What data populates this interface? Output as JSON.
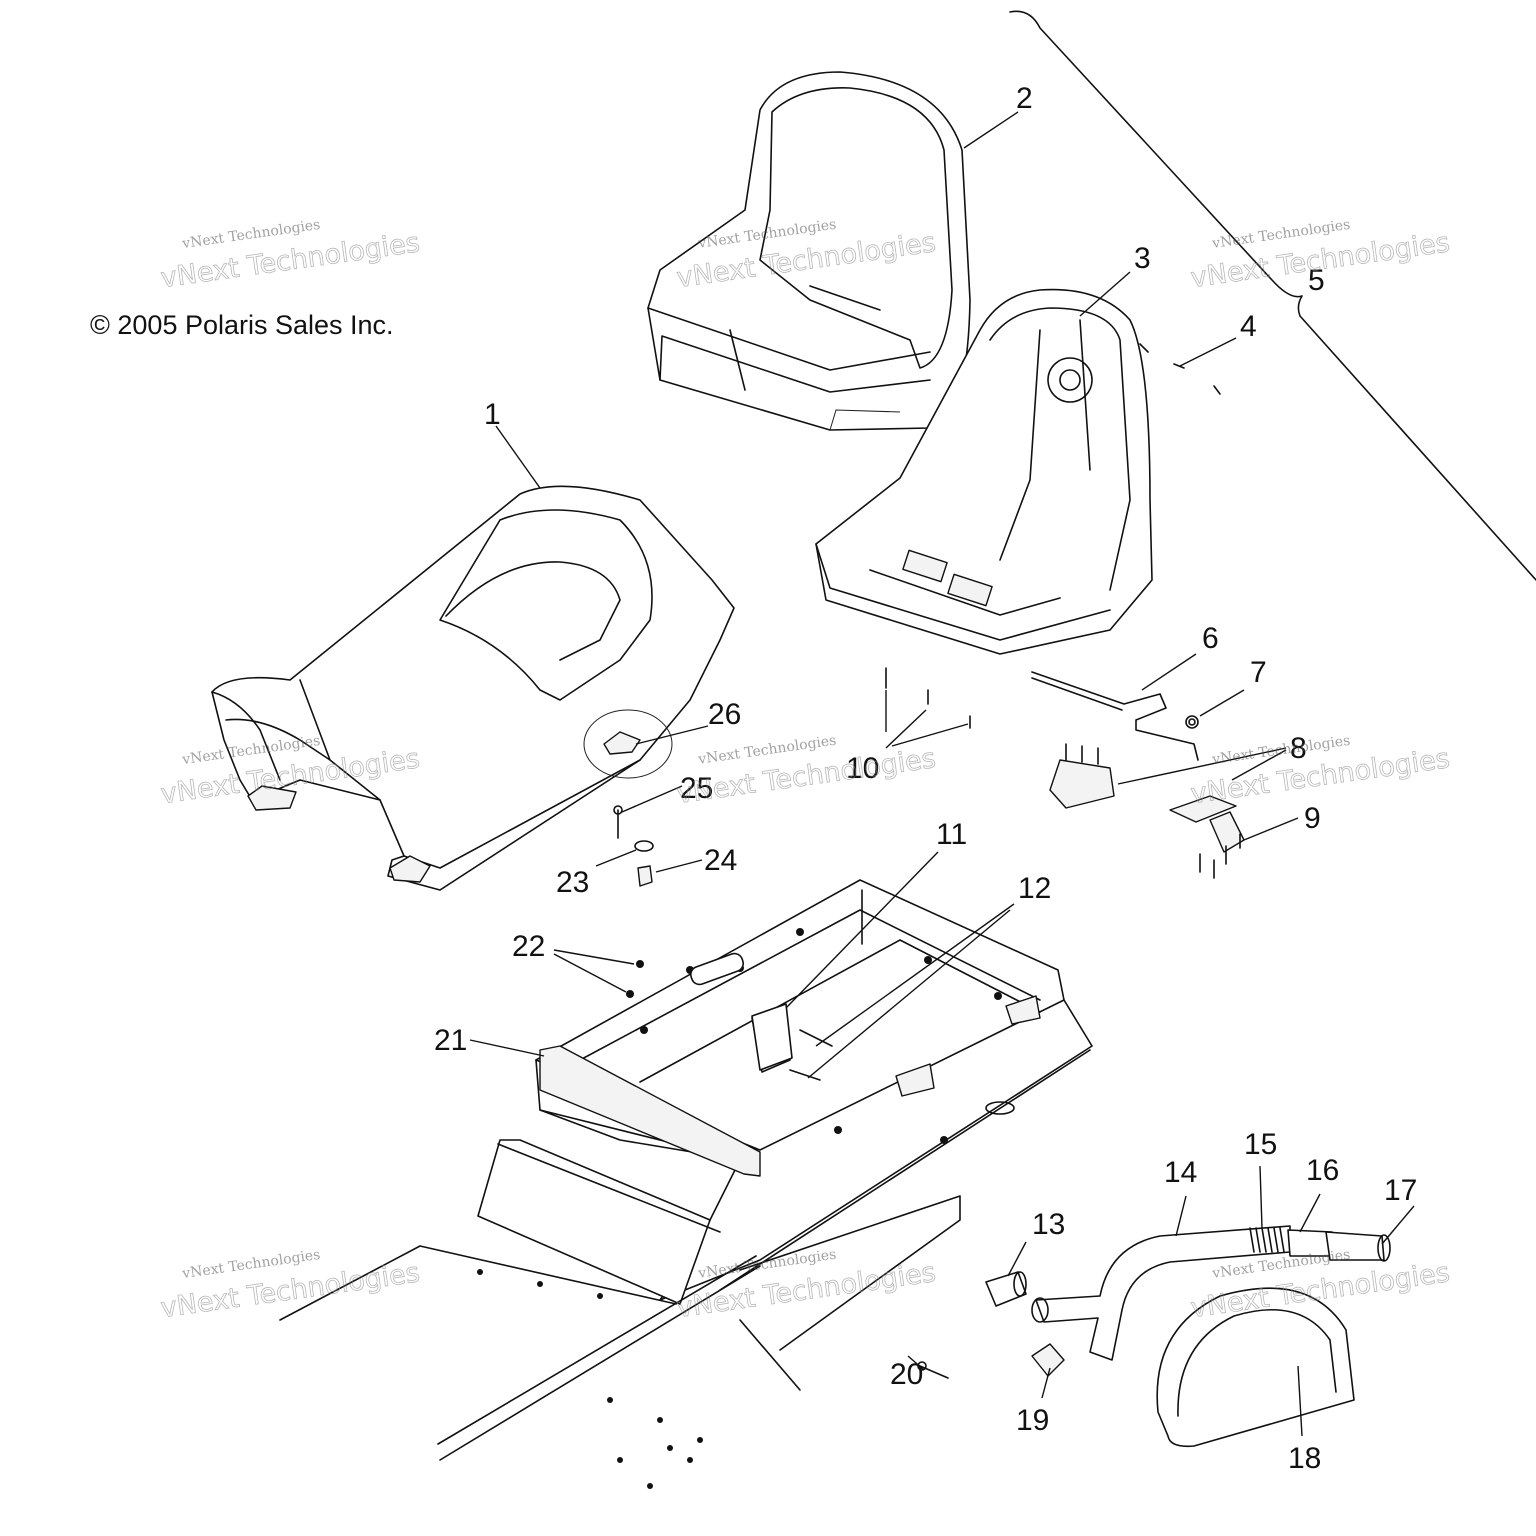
{
  "copyright": "© 2005 Polaris Sales Inc.",
  "watermark": {
    "line_small": "vNext Technologies",
    "line_big": "vNext Technologies"
  },
  "callouts": {
    "c1": "1",
    "c2": "2",
    "c3": "3",
    "c4": "4",
    "c5": "5",
    "c6": "6",
    "c7": "7",
    "c8": "8",
    "c9": "9",
    "c10": "10",
    "c11": "11",
    "c12": "12",
    "c13": "13",
    "c14": "14",
    "c15": "15",
    "c16": "16",
    "c17": "17",
    "c18": "18",
    "c19": "19",
    "c20": "20",
    "c21": "21",
    "c22": "22",
    "c23": "23",
    "c24": "24",
    "c25": "25",
    "c26": "26"
  }
}
